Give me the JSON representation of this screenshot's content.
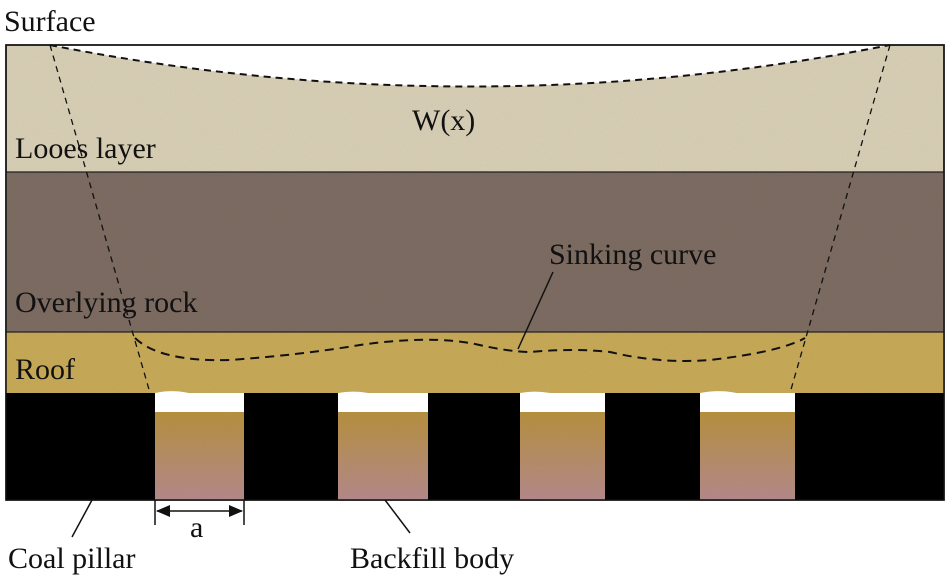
{
  "labels": {
    "surface": "Surface",
    "loose_layer": "Looes layer",
    "subsidence_function": "W(x)",
    "sinking_curve": "Sinking curve",
    "overlying_rock": "Overlying rock",
    "roof": "Roof",
    "coal_pillar": "Coal pillar",
    "backfill_body": "Backfill body",
    "width_symbol": "a"
  },
  "colors": {
    "loose_layer": "#d8cfb6",
    "overlying_rock": "#7d6c62",
    "roof": "#c7aa58",
    "coal_pillar": "#000000",
    "backfill_top": "#b7913f",
    "backfill_bottom": "#b58a8c",
    "line": "#111111"
  }
}
